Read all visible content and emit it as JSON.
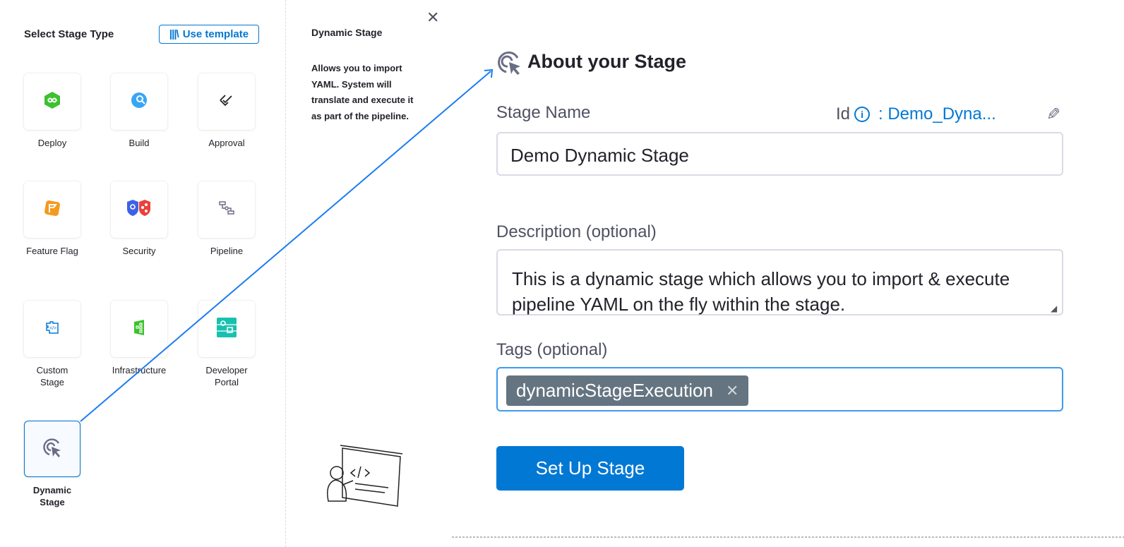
{
  "left": {
    "title": "Select Stage Type",
    "use_template": "Use template",
    "stages": [
      {
        "label": "Deploy",
        "icon": "deploy-icon"
      },
      {
        "label": "Build",
        "icon": "build-icon"
      },
      {
        "label": "Approval",
        "icon": "approval-icon"
      },
      {
        "label": "Feature Flag",
        "icon": "feature-flag-icon"
      },
      {
        "label": "Security",
        "icon": "security-icon"
      },
      {
        "label": "Pipeline",
        "icon": "pipeline-icon"
      },
      {
        "label": "Custom Stage",
        "icon": "custom-stage-icon"
      },
      {
        "label": "Infrastructure",
        "icon": "infrastructure-icon"
      },
      {
        "label": "Developer Portal",
        "icon": "developer-portal-icon"
      },
      {
        "label": "Dynamic Stage",
        "icon": "dynamic-stage-icon",
        "selected": true
      }
    ]
  },
  "middle": {
    "title": "Dynamic Stage",
    "description": "Allows you to import YAML. System will translate and execute it as part of the pipeline."
  },
  "form": {
    "heading": "About your Stage",
    "stage_name_label": "Stage Name",
    "id_label": "Id",
    "id_value": ": Demo_Dyna...",
    "stage_name_value": "Demo Dynamic Stage",
    "description_label": "Description (optional)",
    "description_value": "This is a dynamic stage which allows you to import & execute pipeline YAML on the fly within the stage.",
    "tags_label": "Tags (optional)",
    "tags": [
      "dynamicStageExecution"
    ],
    "submit": "Set Up Stage"
  },
  "colors": {
    "accent": "#0278d5",
    "chip": "#647481"
  }
}
